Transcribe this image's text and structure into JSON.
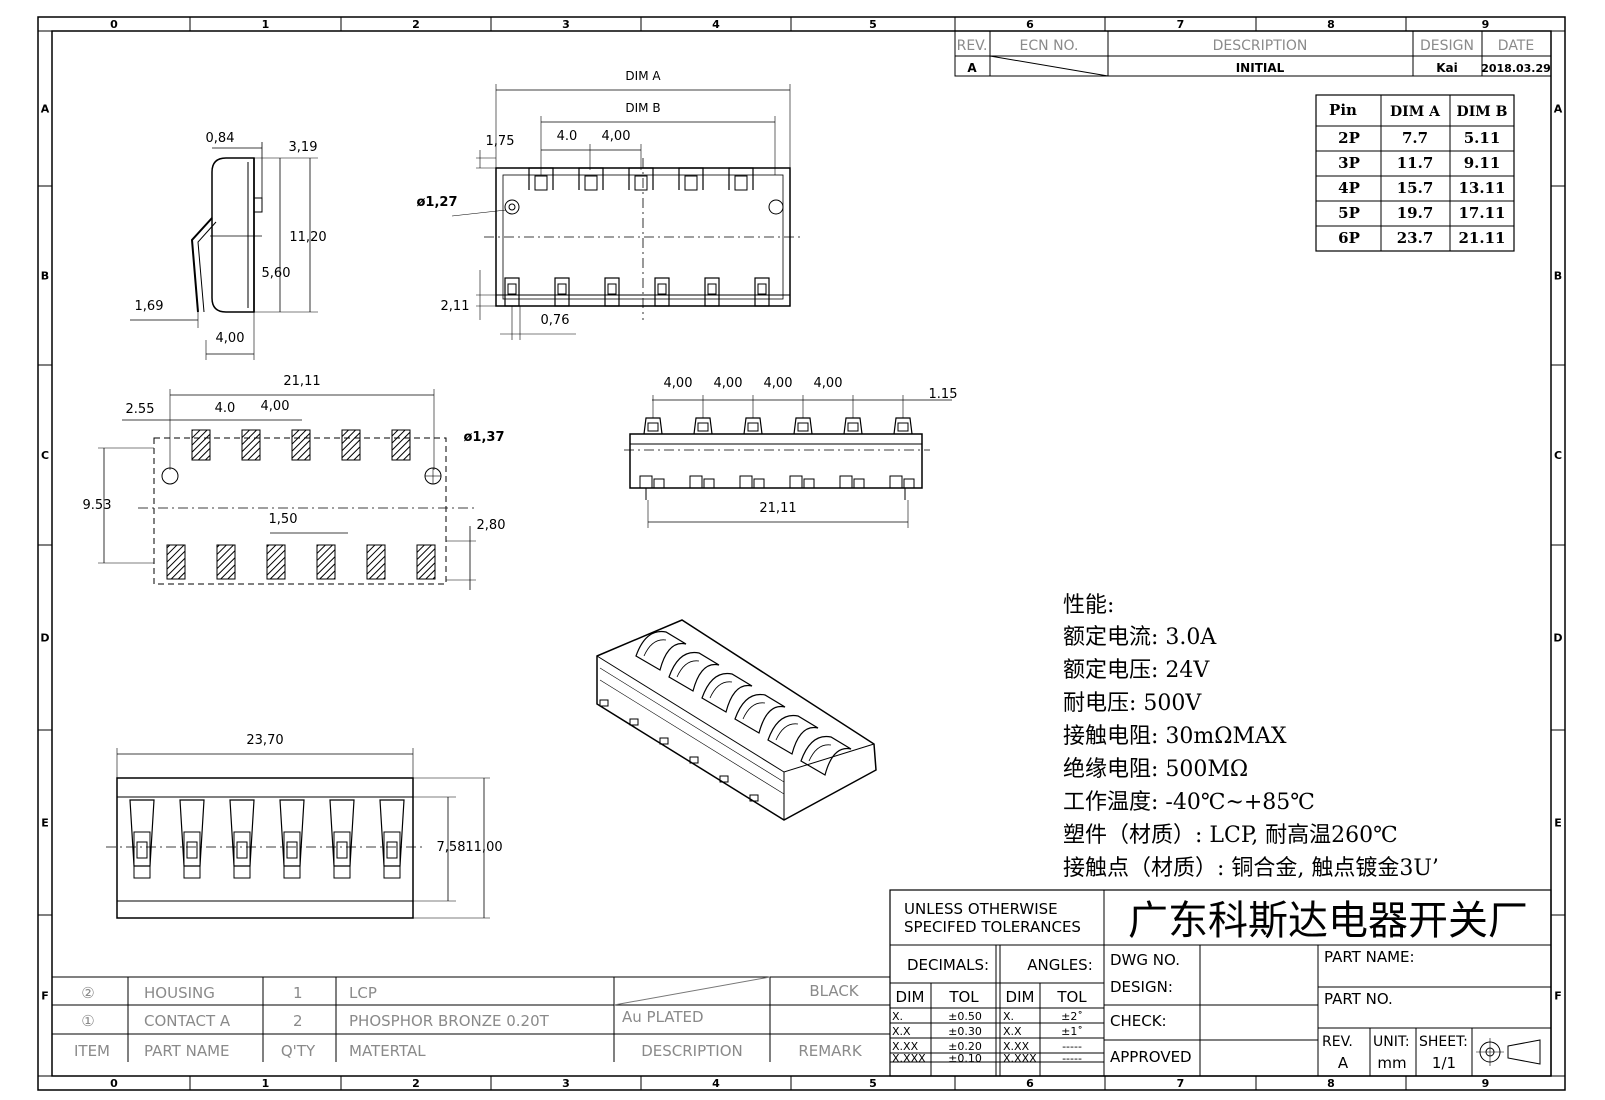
{
  "grid": {
    "cols": [
      "0",
      "1",
      "2",
      "3",
      "4",
      "5",
      "6",
      "7",
      "8",
      "9"
    ],
    "rows": [
      "A",
      "B",
      "C",
      "D",
      "E",
      "F"
    ]
  },
  "revision_block": {
    "headers": [
      "REV.",
      "ECN NO.",
      "DESCRIPTION",
      "DESIGN",
      "DATE"
    ],
    "rev": "A",
    "description": "INITIAL",
    "design": "Kai",
    "date": "2018.03.29"
  },
  "pin_table": {
    "headers": [
      "Pin",
      "DIM A",
      "DIM B"
    ],
    "rows": [
      [
        "2P",
        "7.7",
        "5.11"
      ],
      [
        "3P",
        "11.7",
        "9.11"
      ],
      [
        "4P",
        "15.7",
        "13.11"
      ],
      [
        "5P",
        "19.7",
        "17.11"
      ],
      [
        "6P",
        "23.7",
        "21.11"
      ]
    ]
  },
  "dims": {
    "side": {
      "d084": "0,84",
      "d319": "3,19",
      "d1120": "11,20",
      "d560": "5,60",
      "d169": "1,69",
      "d400": "4,00"
    },
    "top": {
      "dimA": "DIM A",
      "dimB": "DIM B",
      "d175": "1,75",
      "d40": "4.0",
      "d400": "4,00",
      "d127": "ø1,27",
      "d211": "2,11",
      "d076": "0,76"
    },
    "footprint": {
      "d2111": "21,11",
      "d255": "2.55",
      "d40": "4.0",
      "d400": "4,00",
      "d137": "ø1,37",
      "d953": "9.53",
      "d150": "1,50",
      "d280": "2,80"
    },
    "front": {
      "a": "4,00",
      "b": "4,00",
      "c": "4,00",
      "d": "4,00",
      "d115": "1.15",
      "d2111": "21,11"
    },
    "bottom": {
      "d2370": "23,70",
      "d758": "7,58",
      "d1100": "11,00"
    }
  },
  "specs": {
    "title": "性能:",
    "lines": [
      "额定电流: 3.0A",
      "额定电压: 24V",
      "耐电压: 500V",
      "接触电阻: 30mΩMAX",
      "绝缘电阻: 500MΩ",
      "工作温度: -40℃~+85℃",
      "塑件（材质）: LCP, 耐高温260℃",
      "接触点（材质）: 铜合金, 触点镀金3U’"
    ]
  },
  "bom": {
    "rows": [
      {
        "no": "②",
        "name": "HOUSING",
        "qty": "1",
        "material": "LCP",
        "desc": "",
        "remark": "BLACK"
      },
      {
        "no": "①",
        "name": "CONTACT A",
        "qty": "2",
        "material": "PHOSPHOR BRONZE 0.20T",
        "desc": "Au PLATED",
        "remark": ""
      }
    ],
    "header": {
      "no": "ITEM",
      "name": "PART NAME",
      "qty": "Q'TY",
      "material": "MATERTAL",
      "desc": "DESCRIPTION",
      "remark": "REMARK"
    }
  },
  "title_block": {
    "tol_note_1": "UNLESS OTHERWISE",
    "tol_note_2": "SPECIFED TOLERANCES",
    "company": "广东科斯达电器开关厂",
    "decimals": "DECIMALS:",
    "angles": "ANGLES:",
    "dim": "DIM",
    "tol": "TOL",
    "dec_rows": [
      [
        "X.",
        "±0.50"
      ],
      [
        "X.X",
        "±0.30"
      ],
      [
        "X.XX",
        "±0.20"
      ],
      [
        "X.XXX",
        "±0.10"
      ]
    ],
    "ang_rows": [
      [
        "X.",
        "±2˚"
      ],
      [
        "X.X",
        "±1˚"
      ],
      [
        "X.XX",
        "-----"
      ],
      [
        "X.XXX",
        "-----"
      ]
    ],
    "dwg_no": "DWG NO.",
    "design": "DESIGN:",
    "check": "CHECK:",
    "approved": "APPROVED",
    "part_name": "PART NAME:",
    "part_no": "PART NO.",
    "rev_label": "REV.",
    "rev_value": "A",
    "unit_label": "UNIT:",
    "unit_value": "mm",
    "sheet_label": "SHEET:",
    "sheet_value": "1/1"
  }
}
